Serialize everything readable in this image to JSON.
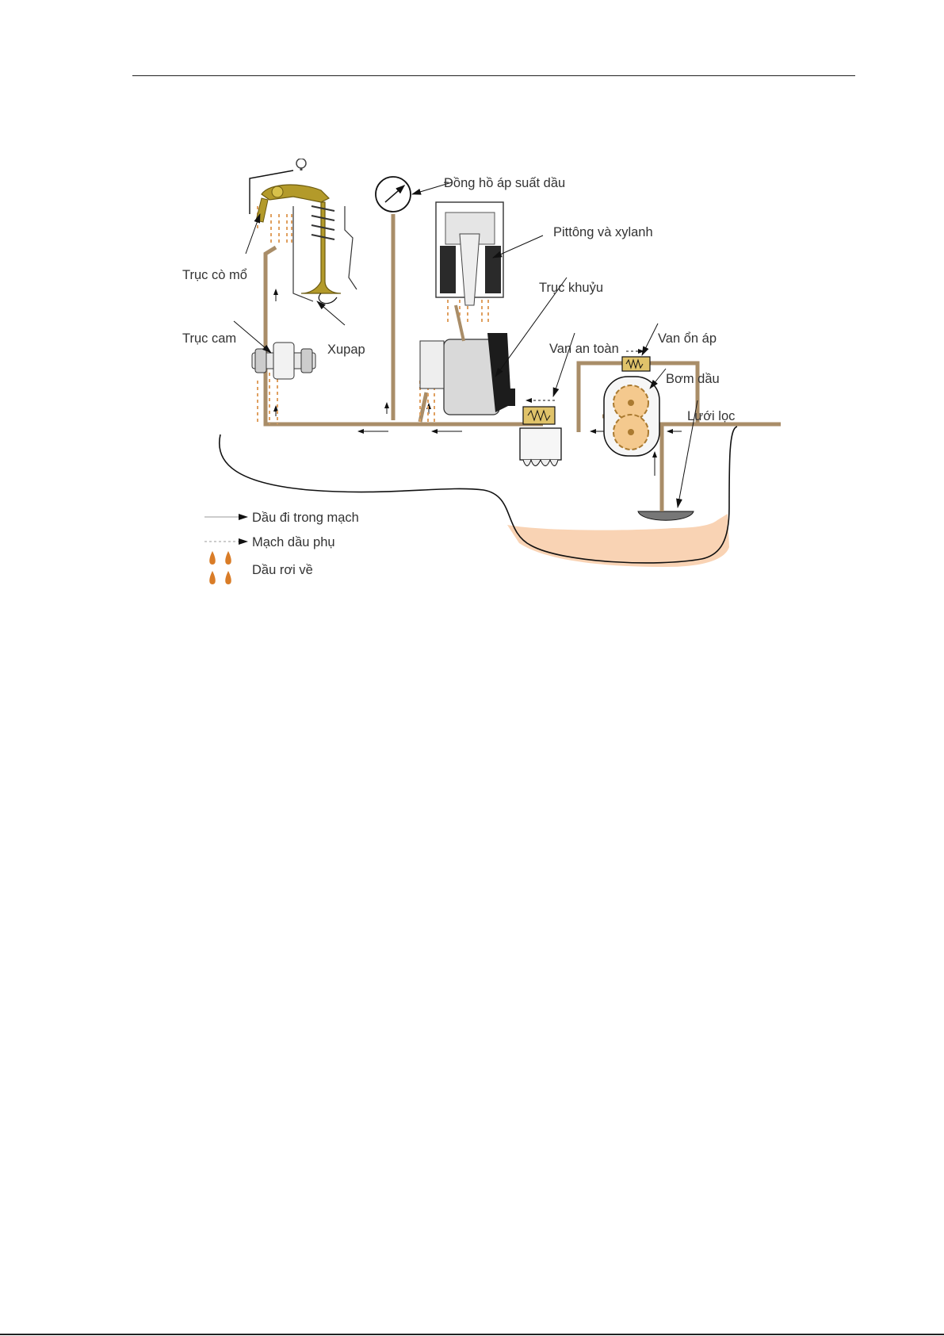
{
  "labels": {
    "rocker_shaft": "Trục cò mổ",
    "oil_pressure_gauge": "Đồng hồ áp suất dầu",
    "piston_cylinder": "Pittông và xylanh",
    "crankshaft": "Trục khuỷu",
    "camshaft": "Trục cam",
    "valve": "Xupap",
    "safety_valve": "Van an toàn",
    "pressure_regulator": "Van ổn áp",
    "oil_pump": "Bơm dầu",
    "strainer": "Lưới lọc"
  },
  "legend": {
    "main_flow": "Dầu đi trong mạch",
    "aux_circuit": "Mạch dầu phụ",
    "drip_back": "Dầu rơi về"
  },
  "colors": {
    "pipe": "#a98d68",
    "oil_fill": "#f9d3b4",
    "drip": "#d97c27",
    "dash": "#e0a060",
    "brass": "#b39a2a",
    "line": "#111111"
  }
}
